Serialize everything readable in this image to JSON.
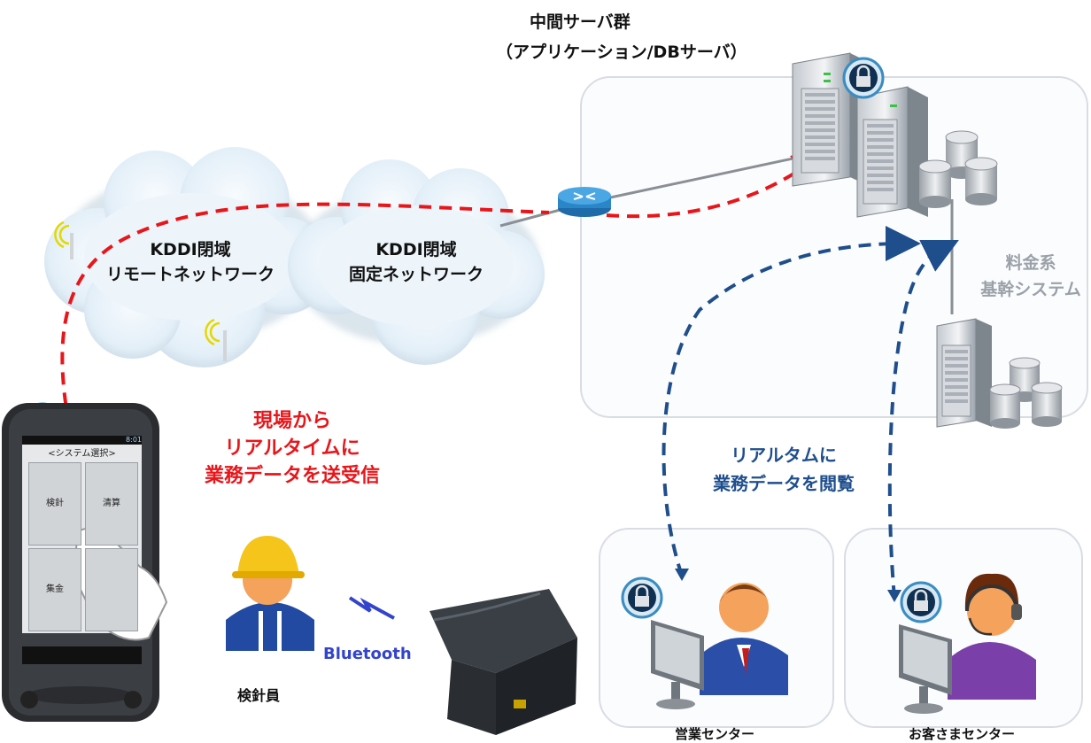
{
  "server_group": {
    "title": "中間サーバ群",
    "subtitle": "（アプリケーション/DBサーバ）"
  },
  "clouds": [
    {
      "line1": "KDDI閉域",
      "line2": "リモートネットワーク"
    },
    {
      "line1": "KDDI閉域",
      "line2": "固定ネットワーク"
    }
  ],
  "billing_system": {
    "line1": "料金系",
    "line2": "基幹システム"
  },
  "field_message": {
    "line1": "現場から",
    "line2": "リアルタイムに",
    "line3": "業務データを送受信"
  },
  "office_message": {
    "line1": "リアルタムに",
    "line2": "業務データを閲覧"
  },
  "bluetooth_label": "Bluetooth",
  "meter_reader_label": "検針員",
  "sales_center_label": "営業センター",
  "customer_center_label": "お客さまセンター",
  "phone_screen": {
    "header": "<システム選択>",
    "status_time": "8:01",
    "buttons": [
      "検針",
      "清算",
      "集金",
      ""
    ]
  },
  "colors": {
    "red_flow": "#e8161b",
    "blue_flow": "#1f4e8c",
    "cloud": "#e9f3fa",
    "panel_border": "#d9dde3"
  }
}
